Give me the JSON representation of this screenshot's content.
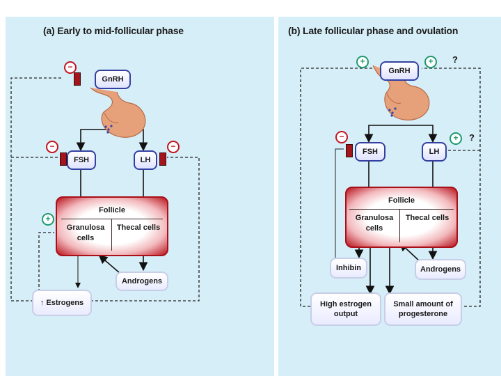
{
  "panel_a": {
    "title": "(a) Early to mid-follicular phase",
    "gnrh": "GnRH",
    "fsh": "FSH",
    "lh": "LH",
    "follicle": "Follicle",
    "granulosa": "Granulosa cells",
    "thecal": "Thecal cells",
    "androgens": "Androgens",
    "estrogens": "Estrogens",
    "estrogen_arrow": "↑",
    "sign_gnrh": "−",
    "sign_fsh": "−",
    "sign_lh": "−",
    "sign_follicle": "+"
  },
  "panel_b": {
    "title": "(b) Late follicular phase and ovulation",
    "gnrh": "GnRH",
    "fsh": "FSH",
    "lh": "LH",
    "follicle": "Follicle",
    "granulosa": "Granulosa cells",
    "thecal": "Thecal cells",
    "inhibin": "Inhibin",
    "androgens": "Androgens",
    "high_estrogen": "High estrogen output",
    "progesterone": "Small amount of progesterone",
    "sign_gnrh_left": "+",
    "sign_gnrh_right": "+",
    "sign_fsh": "−",
    "sign_lh": "+",
    "q1": "?",
    "q2": "?"
  }
}
